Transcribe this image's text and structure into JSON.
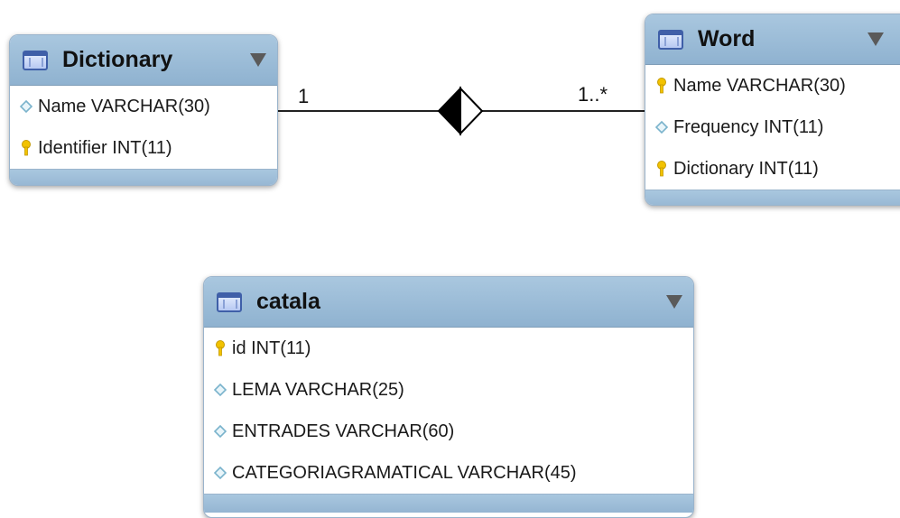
{
  "tables": {
    "dictionary": {
      "title": "Dictionary",
      "columns": [
        {
          "label": "Name VARCHAR(30)",
          "icon": "diamond-icon"
        },
        {
          "label": "Identifier INT(11)",
          "icon": "key-icon"
        }
      ]
    },
    "word": {
      "title": "Word",
      "columns": [
        {
          "label": "Name VARCHAR(30)",
          "icon": "key-icon"
        },
        {
          "label": "Frequency INT(11)",
          "icon": "diamond-icon"
        },
        {
          "label": "Dictionary INT(11)",
          "icon": "key-icon"
        }
      ]
    },
    "catala": {
      "title": "catala",
      "columns": [
        {
          "label": "id INT(11)",
          "icon": "key-icon"
        },
        {
          "label": "LEMA VARCHAR(25)",
          "icon": "diamond-icon"
        },
        {
          "label": "ENTRADES VARCHAR(60)",
          "icon": "diamond-icon"
        },
        {
          "label": "CATEGORIAGRAMATICAL VARCHAR(45)",
          "icon": "diamond-icon"
        }
      ]
    }
  },
  "relationship": {
    "left_multiplicity": "1",
    "right_multiplicity": "1..*"
  },
  "colors": {
    "header": "#9fbfda",
    "key": "#f2c200",
    "diamond": "#7ab3cc"
  }
}
